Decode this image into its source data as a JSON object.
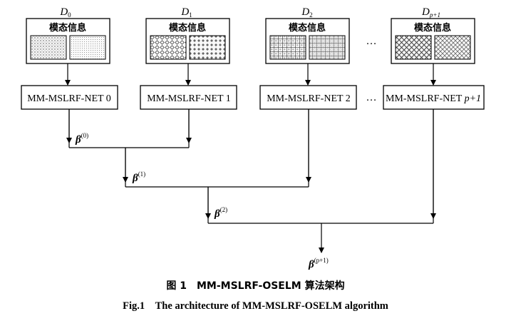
{
  "datasets": [
    {
      "label": "D",
      "subscript": "0",
      "info_title": "模态信息",
      "network": "MM-MSLRF-NET 0",
      "texture": "dots"
    },
    {
      "label": "D",
      "subscript": "1",
      "info_title": "模态信息",
      "network": "MM-MSLRF-NET 1",
      "texture": "diamonds"
    },
    {
      "label": "D",
      "subscript": "2",
      "info_title": "模态信息",
      "network": "MM-MSLRF-NET 2",
      "texture": "grid"
    },
    {
      "label": "D",
      "subscript": "p+1",
      "info_title": "模态信息",
      "network": "MM-MSLRF-NET ",
      "network_suffix": "p+1",
      "texture": "crosshatch"
    }
  ],
  "ellipsis": "…",
  "betas": [
    {
      "symbol": "β",
      "superscript": "(0)"
    },
    {
      "symbol": "β",
      "superscript": "(1)"
    },
    {
      "symbol": "β",
      "superscript": "(2)"
    },
    {
      "symbol": "β",
      "superscript": "(p+1)"
    }
  ],
  "caption": {
    "cn": "图 1　MM-MSLRF-OSELM 算法架构",
    "en": "Fig.1　The architecture of MM-MSLRF-OSELM algorithm"
  }
}
